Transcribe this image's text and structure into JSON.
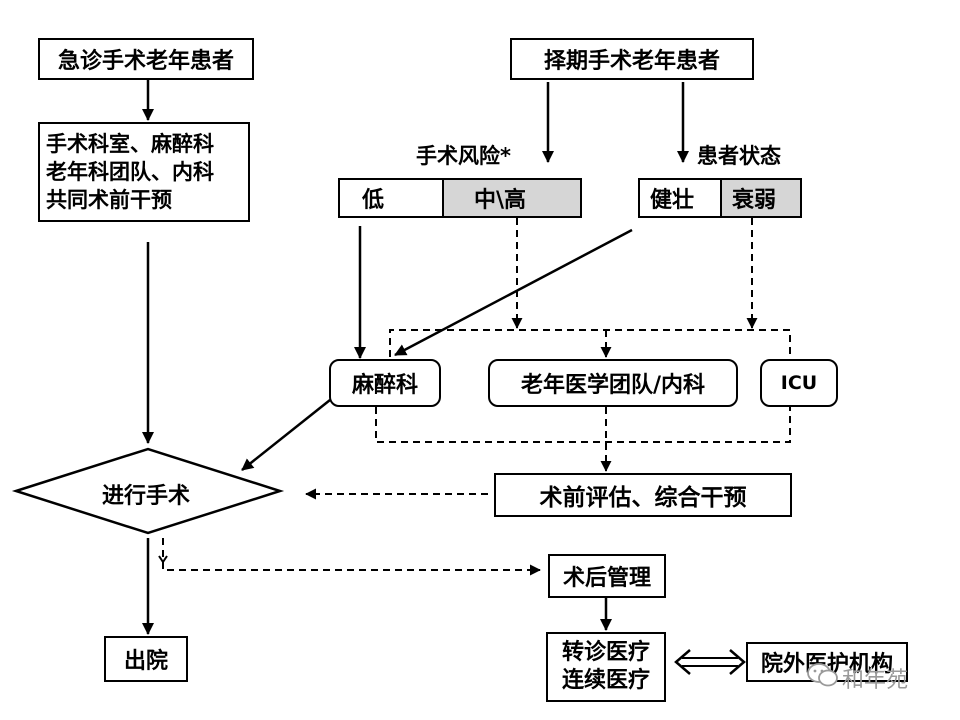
{
  "nodes": {
    "emergency_patients": "急诊手术老年患者",
    "elective_patients": "择期手术老年患者",
    "joint_intervention": [
      "手术科室、麻醉科",
      "老年科团队、内科",
      "共同术前干预"
    ],
    "surgical_risk_label": "手术风险*",
    "patient_status_label": "患者状态",
    "risk_low": "低",
    "risk_mid_high": "中\\高",
    "status_healthy": "健壮",
    "status_frail": "衰弱",
    "anesthesia": "麻醉科",
    "geriatric_team": "老年医学团队/内科",
    "icu": "ICU",
    "perform_surgery": "进行手术",
    "preop_assessment": "术前评估、综合干预",
    "postop_management": "术后管理",
    "discharge": "出院",
    "referral_care": [
      "转诊医疗",
      "连续医疗"
    ],
    "external_institution": "院外医护机构"
  },
  "watermark": "和年苑",
  "colors": {
    "line": "#000000",
    "shaded_cell": "#d6d6d6",
    "watermark": "#9a9a9a"
  }
}
